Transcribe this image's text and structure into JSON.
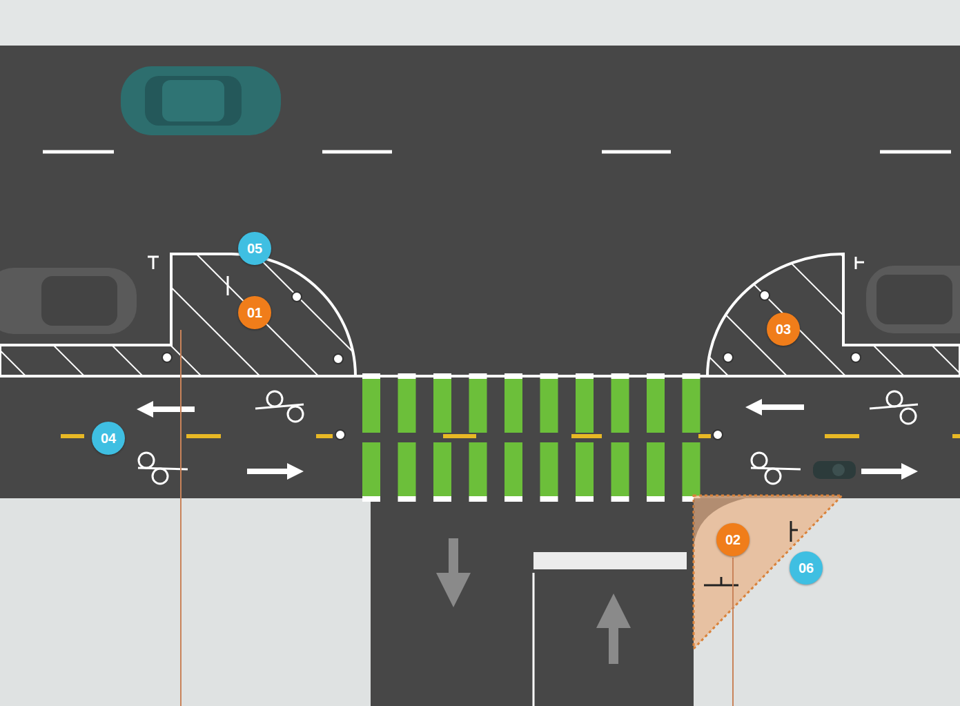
{
  "diagram": {
    "labels": [
      "05",
      "01",
      "03",
      "04",
      "02",
      "06"
    ]
  }
}
